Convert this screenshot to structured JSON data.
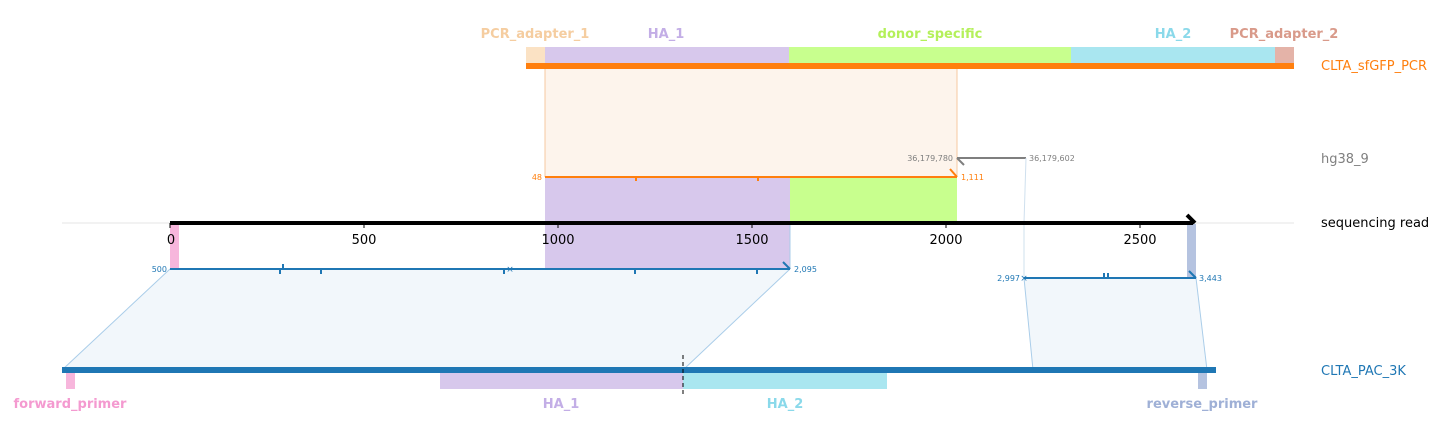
{
  "colors": {
    "pcr_adapter_1": "#fbe2c4",
    "pcr_adapter_1_text": "#f5cda0",
    "ha_1": "#d7c8ec",
    "ha_1_text": "#c3aee6",
    "donor_specific": "#c8ff8e",
    "donor_specific_text": "#b4f05a",
    "ha_2": "#a9e6f0",
    "ha_2_text": "#8ad9ea",
    "pcr_adapter_2": "#e4b3a8",
    "pcr_adapter_2_text": "#d99a8a",
    "pcr_track": "#ff7f0e",
    "hg38_track": "#7f7f7f",
    "read_track": "#000000",
    "pac_track": "#1f77b4",
    "forward_primer": "#f7b6dc",
    "forward_primer_text": "#f49ad0",
    "reverse_primer": "#b5c3e0",
    "reverse_primer_text": "#9fb0d6"
  },
  "top_features": [
    {
      "id": "pcr_adapter_1",
      "label": "PCR_adapter_1"
    },
    {
      "id": "ha_1",
      "label": "HA_1"
    },
    {
      "id": "donor_specific",
      "label": "donor_specific"
    },
    {
      "id": "ha_2",
      "label": "HA_2"
    },
    {
      "id": "pcr_adapter_2",
      "label": "PCR_adapter_2"
    }
  ],
  "tracks": {
    "pcr": "CLTA_sfGFP_PCR",
    "hg38": "hg38_9",
    "read": "sequencing read",
    "pac": "CLTA_PAC_3K"
  },
  "read_axis": {
    "ticks": [
      "0",
      "500",
      "1000",
      "1500",
      "2000",
      "2500"
    ]
  },
  "alignments": {
    "pcr": {
      "start": "48",
      "end": "1,111"
    },
    "hg38": {
      "start": "36,179,780",
      "end": "36,179,602"
    },
    "pac_1": {
      "start": "500",
      "end": "2,095"
    },
    "pac_2": {
      "start": "2,997",
      "end": "3,443"
    }
  },
  "bottom_features": [
    {
      "id": "forward_primer",
      "label": "forward_primer"
    },
    {
      "id": "ha_1",
      "label": "HA_1"
    },
    {
      "id": "ha_2",
      "label": "HA_2"
    },
    {
      "id": "reverse_primer",
      "label": "reverse_primer"
    }
  ]
}
